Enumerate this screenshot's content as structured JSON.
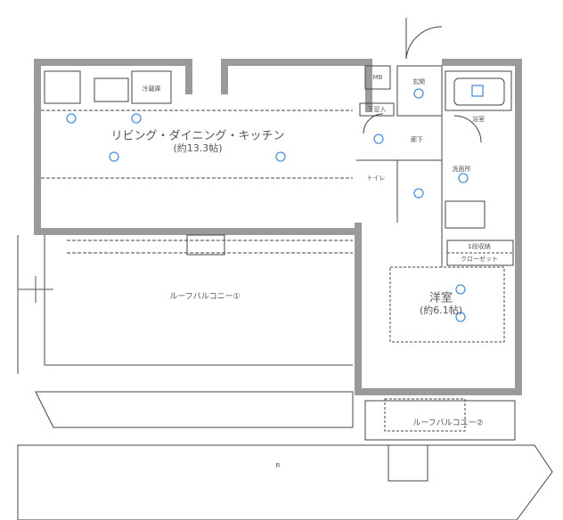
{
  "rooms": {
    "ldk": "リビング・ダイニング・キッチン",
    "ldk_size": "(約13.3帖)",
    "western": "洋室",
    "western_size": "(約6.1帖)",
    "entrance": "玄関",
    "hallway": "廊下",
    "toilet": "トイレ",
    "washroom": "洗面所",
    "bath": "浴室",
    "mb": "MB",
    "shoe": "下足入",
    "storage": "1段収納",
    "closet": "クローゼット",
    "roof_balcony_1": "ルーフバルコニー①",
    "roof_balcony_2": "ルーフバルコニー②",
    "fridge": "冷蔵庫",
    "bottom_mark": "R"
  },
  "colors": {
    "wall": "#9a9a9a",
    "line": "#444444",
    "fixture": "#4a90d9"
  }
}
